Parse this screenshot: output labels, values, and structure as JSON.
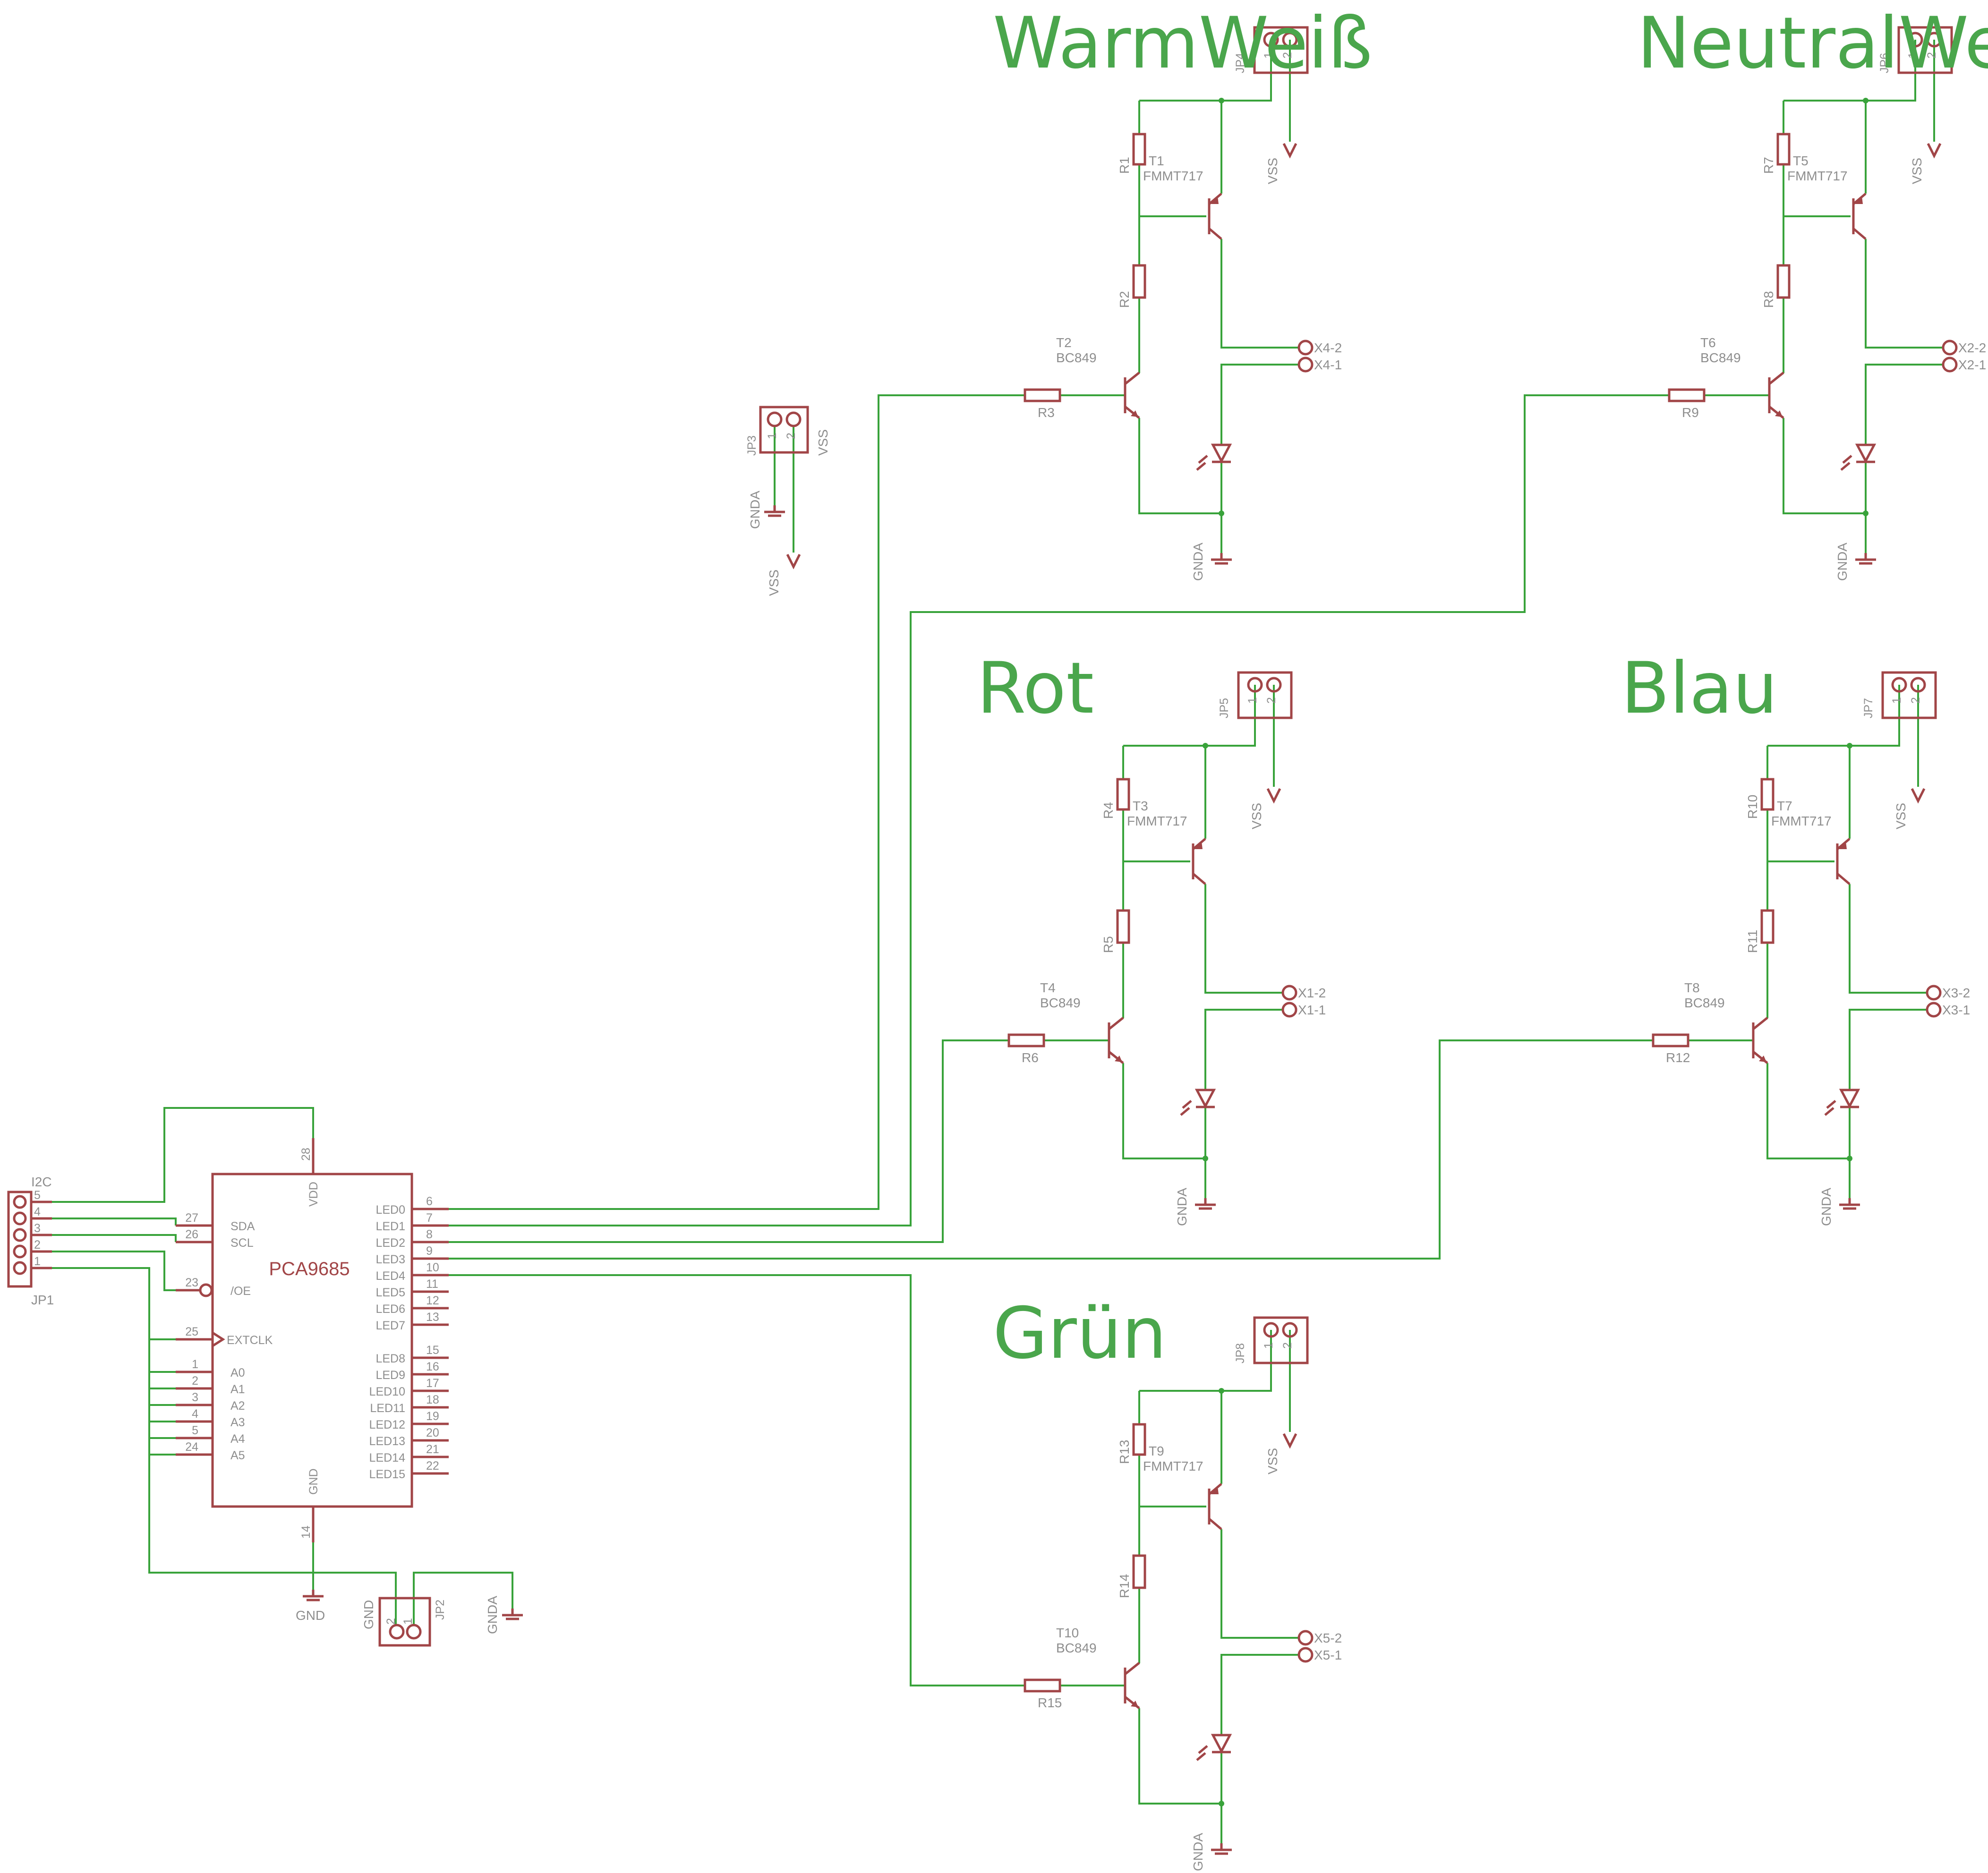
{
  "colors": {
    "wire": "#39a33b",
    "part": "#a14547",
    "label": "#8e8e8e",
    "title": "#4aa64c"
  },
  "ic": {
    "name": "PCA9685",
    "vdd": "VDD",
    "gnd": "GND",
    "vdd_pin": "28",
    "gnd_pin": "14",
    "left_pins": [
      {
        "num": "27",
        "name": "SDA"
      },
      {
        "num": "26",
        "name": "SCL"
      },
      {
        "num": "23",
        "name": "/OE"
      },
      {
        "num": "25",
        "name": "EXTCLK"
      },
      {
        "num": "1",
        "name": "A0"
      },
      {
        "num": "2",
        "name": "A1"
      },
      {
        "num": "3",
        "name": "A2"
      },
      {
        "num": "4",
        "name": "A3"
      },
      {
        "num": "5",
        "name": "A4"
      },
      {
        "num": "24",
        "name": "A5"
      }
    ],
    "right_pins": [
      {
        "num": "6",
        "name": "LED0"
      },
      {
        "num": "7",
        "name": "LED1"
      },
      {
        "num": "8",
        "name": "LED2"
      },
      {
        "num": "9",
        "name": "LED3"
      },
      {
        "num": "10",
        "name": "LED4"
      },
      {
        "num": "11",
        "name": "LED5"
      },
      {
        "num": "12",
        "name": "LED6"
      },
      {
        "num": "13",
        "name": "LED7"
      },
      {
        "num": "15",
        "name": "LED8"
      },
      {
        "num": "16",
        "name": "LED9"
      },
      {
        "num": "17",
        "name": "LED10"
      },
      {
        "num": "18",
        "name": "LED11"
      },
      {
        "num": "19",
        "name": "LED12"
      },
      {
        "num": "20",
        "name": "LED13"
      },
      {
        "num": "21",
        "name": "LED14"
      },
      {
        "num": "22",
        "name": "LED15"
      }
    ]
  },
  "jp1": {
    "name": "JP1",
    "title": "I2C",
    "pins": [
      "5",
      "4",
      "3",
      "2",
      "1"
    ]
  },
  "jp2": {
    "name": "JP2",
    "pin_left": "2",
    "pin_right": "1",
    "gnd": "GND",
    "gnda": "GNDA",
    "gnd_label": "GND"
  },
  "jp3": {
    "name": "JP3",
    "pin1": "1",
    "pin2": "2",
    "gnda": "GNDA",
    "vss_right": "VSS",
    "vss_bottom": "VSS"
  },
  "channels": [
    {
      "title": "WarmWeiß",
      "jp": "JP4",
      "r_top": "R1",
      "r_mid": "R2",
      "r_base": "R3",
      "t_pnp": "T1",
      "pnp_type": "FMMT717",
      "t_npn": "T2",
      "npn_type": "BC849",
      "out2": "X4-2",
      "out1": "X4-1",
      "vss": "VSS",
      "gnda": "GNDA",
      "pin1": "1",
      "pin2": "2"
    },
    {
      "title": "NeutralWeiß",
      "jp": "JP6",
      "r_top": "R7",
      "r_mid": "R8",
      "r_base": "R9",
      "t_pnp": "T5",
      "pnp_type": "FMMT717",
      "t_npn": "T6",
      "npn_type": "BC849",
      "out2": "X2-2",
      "out1": "X2-1",
      "vss": "VSS",
      "gnda": "GNDA",
      "pin1": "1",
      "pin2": "2"
    },
    {
      "title": "Rot",
      "jp": "JP5",
      "r_top": "R4",
      "r_mid": "R5",
      "r_base": "R6",
      "t_pnp": "T3",
      "pnp_type": "FMMT717",
      "t_npn": "T4",
      "npn_type": "BC849",
      "out2": "X1-2",
      "out1": "X1-1",
      "vss": "VSS",
      "gnda": "GNDA",
      "pin1": "1",
      "pin2": "2"
    },
    {
      "title": "Blau",
      "jp": "JP7",
      "r_top": "R10",
      "r_mid": "R11",
      "r_base": "R12",
      "t_pnp": "T7",
      "pnp_type": "FMMT717",
      "t_npn": "T8",
      "npn_type": "BC849",
      "out2": "X3-2",
      "out1": "X3-1",
      "vss": "VSS",
      "gnda": "GNDA",
      "pin1": "1",
      "pin2": "2"
    },
    {
      "title": "Grün",
      "jp": "JP8",
      "r_top": "R13",
      "r_mid": "R14",
      "r_base": "R15",
      "t_pnp": "T9",
      "pnp_type": "FMMT717",
      "t_npn": "T10",
      "npn_type": "BC849",
      "out2": "X5-2",
      "out1": "X5-1",
      "vss": "VSS",
      "gnda": "GNDA",
      "pin1": "1",
      "pin2": "2"
    }
  ]
}
